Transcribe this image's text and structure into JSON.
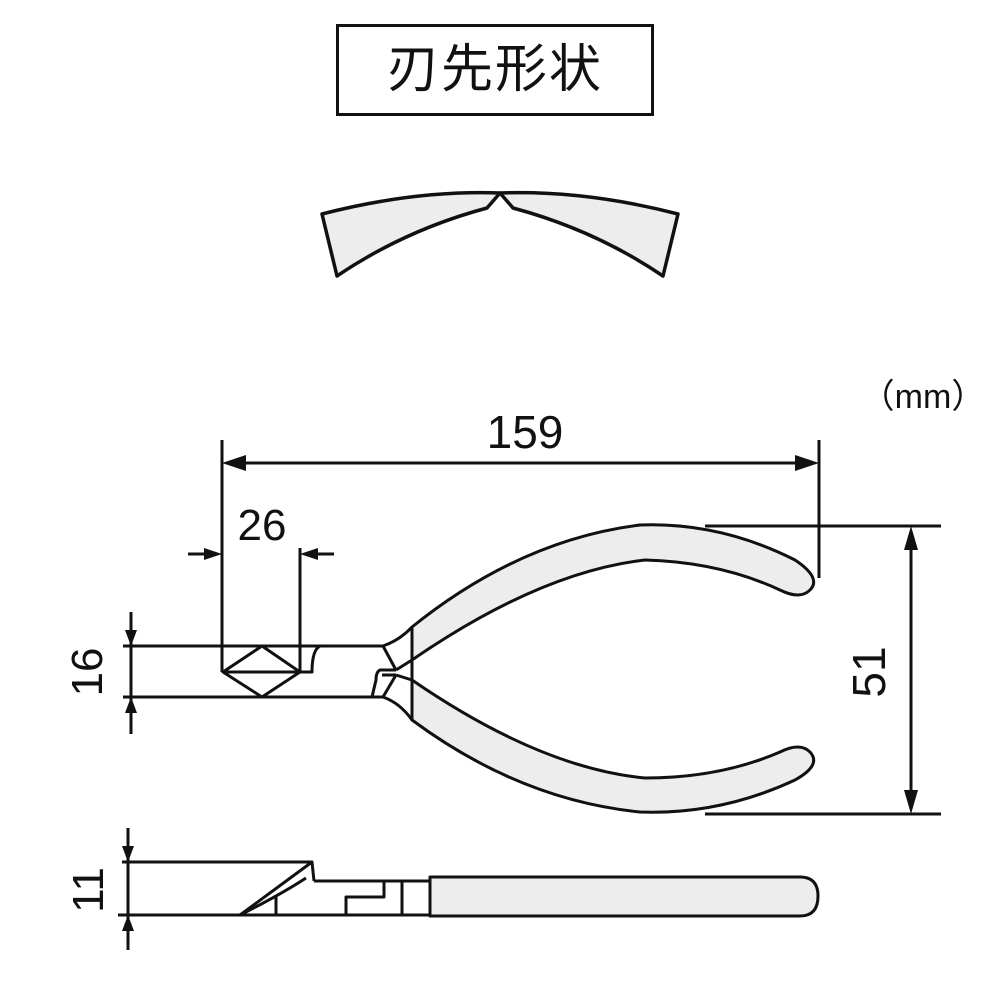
{
  "title": "刃先形状",
  "units_label": "（mm）",
  "colors": {
    "line": "#111111",
    "fill_light": "#ededee",
    "background": "#ffffff"
  },
  "dimensions": {
    "overall_length": "159",
    "head_length": "26",
    "head_width": "16",
    "handle_span": "51",
    "thickness": "11"
  },
  "views": {
    "blade_profile": "blade-tip-shape",
    "top_view": "pliers-top-view",
    "side_view": "pliers-side-view"
  }
}
